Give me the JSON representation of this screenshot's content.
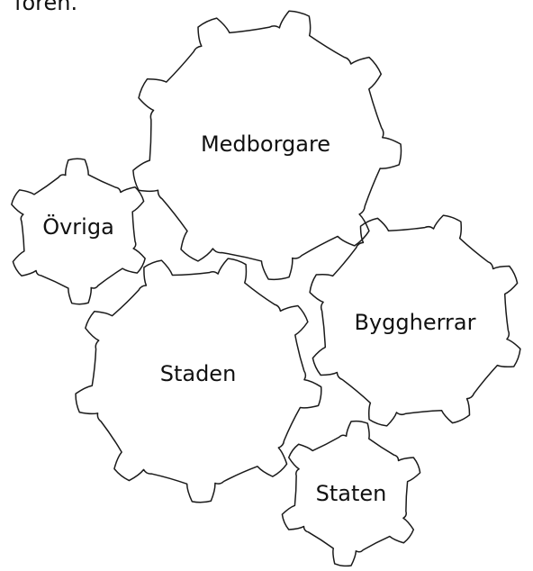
{
  "header_fragment": "foren.",
  "diagram": {
    "stroke_color": "#1a1a1a",
    "label_color": "#111111",
    "background": "#ffffff",
    "gears": [
      {
        "id": "medborgare",
        "label": "Medborgare",
        "teeth": 9
      },
      {
        "id": "ovriga",
        "label": "Övriga",
        "teeth": 6
      },
      {
        "id": "byggherrar",
        "label": "Byggherrar",
        "teeth": 8
      },
      {
        "id": "staden",
        "label": "Staden",
        "teeth": 9
      },
      {
        "id": "staten",
        "label": "Staten",
        "teeth": 6
      }
    ]
  }
}
